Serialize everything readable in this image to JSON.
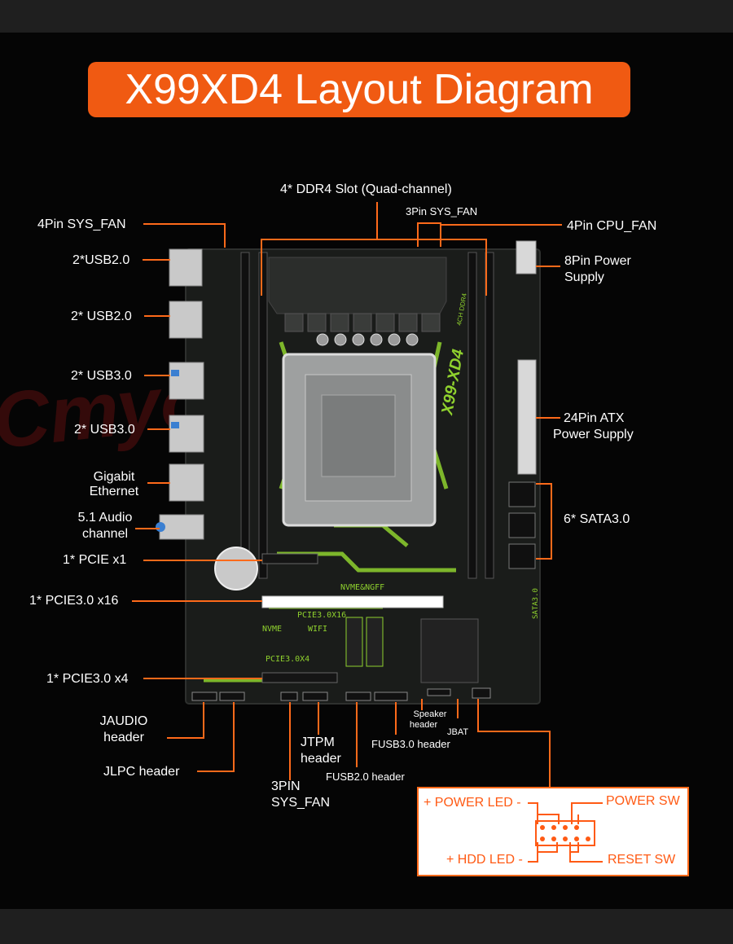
{
  "title": "X99XD4 Layout Diagram",
  "watermark": "Студия Арки",
  "board": {
    "silkscreen_model": "X99-XD4",
    "silkscreen_ddr": "4CH DDR4",
    "silkscreen_nvme_ngff": "NVME&NGFF",
    "silkscreen_pcie_x16": "PCIE3.0X16",
    "silkscreen_nvme": "NVME",
    "silkscreen_wifi": "WIFI",
    "silkscreen_pcie_x4": "PCIE3.0X4",
    "silkscreen_sata": "SATA3.0"
  },
  "labels": {
    "ddr4": "4* DDR4 Slot (Quad-channel)",
    "sys_fan_top": "3Pin SYS_FAN",
    "sys_fan_4pin": "4Pin SYS_FAN",
    "cpu_fan": "4Pin CPU_FAN",
    "power_8pin_l1": "8Pin Power",
    "power_8pin_l2": "Supply",
    "usb2_a": "2*USB2.0",
    "usb2_b": "2* USB2.0",
    "usb3_a": "2* USB3.0",
    "usb3_b": "2* USB3.0",
    "atx_l1": "24Pin ATX",
    "atx_l2": "Power Supply",
    "ethernet_l1": "Gigabit",
    "ethernet_l2": "Ethernet",
    "audio_l1": "5.1 Audio",
    "audio_l2": "channel",
    "sata": "6* SATA3.0",
    "pcie_x1": "1* PCIE x1",
    "pcie_x16": "1* PCIE3.0 x16",
    "pcie_x4": "1* PCIE3.0 x4",
    "jaudio_l1": "JAUDIO",
    "jaudio_l2": "header",
    "jlpc": "JLPC header",
    "sys_fan_3pin_l1": "3PIN",
    "sys_fan_3pin_l2": "SYS_FAN",
    "jtpm_l1": "JTPM",
    "jtpm_l2": "header",
    "fusb2": "FUSB2.0 header",
    "fusb3": "FUSB3.0 header",
    "speaker_l1": "Speaker",
    "speaker_l2": "header",
    "jbat": "JBAT"
  },
  "panel": {
    "power_led": "+ POWER LED -",
    "power_sw": "POWER SW",
    "hdd_led": "+ HDD LED -",
    "reset_sw": "RESET SW"
  },
  "colors": {
    "accent": "#f05a12",
    "leader_line": "#ff6a1a",
    "board": "#1a1c1a",
    "silkscreen_green": "#8fd12e",
    "background": "#050505"
  }
}
